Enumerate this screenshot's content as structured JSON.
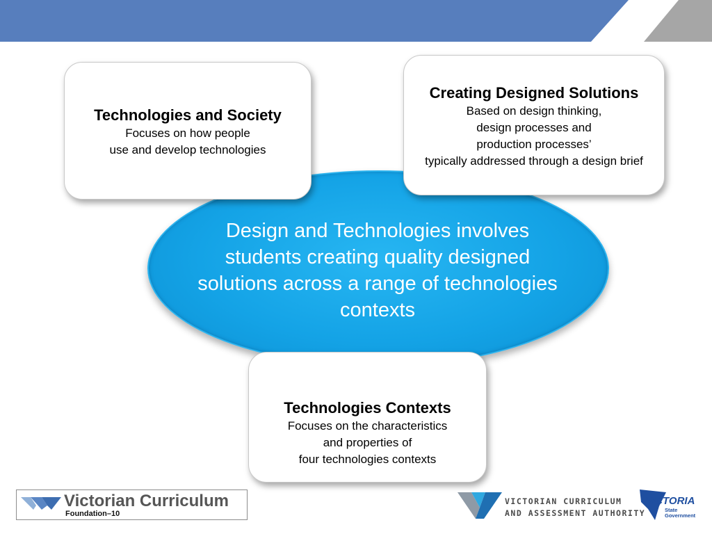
{
  "colors": {
    "header_blue": "#577ebd",
    "header_grey": "#a6a6a6",
    "ellipse_blue": "#14a3e6",
    "card_bg": "#ffffff"
  },
  "center": {
    "lines": [
      "Design and Technologies involves",
      "students creating quality designed",
      "solutions across a range of technologies",
      "contexts"
    ]
  },
  "cards": {
    "society": {
      "title": "Technologies and Society",
      "lines": [
        "Focuses on how people",
        "use and develop technologies"
      ]
    },
    "creating": {
      "title": "Creating Designed Solutions",
      "lines": [
        "Based on design thinking,",
        "design processes and",
        "production processes’",
        "typically addressed through a design brief"
      ]
    },
    "contexts": {
      "title": "Technologies Contexts",
      "lines": [
        "Focuses on the characteristics",
        "and properties of",
        "four technologies contexts"
      ]
    }
  },
  "footer": {
    "vc_logo": {
      "title": "Victorian Curriculum",
      "subtitle": "Foundation–10"
    },
    "vcaa_logo": {
      "line1": "VICTORIAN CURRICULUM",
      "line2": "AND ASSESSMENT AUTHORITY"
    },
    "vic_gov_logo": {
      "word": "VICTORIA",
      "sub1": "State",
      "sub2": "Government"
    }
  }
}
